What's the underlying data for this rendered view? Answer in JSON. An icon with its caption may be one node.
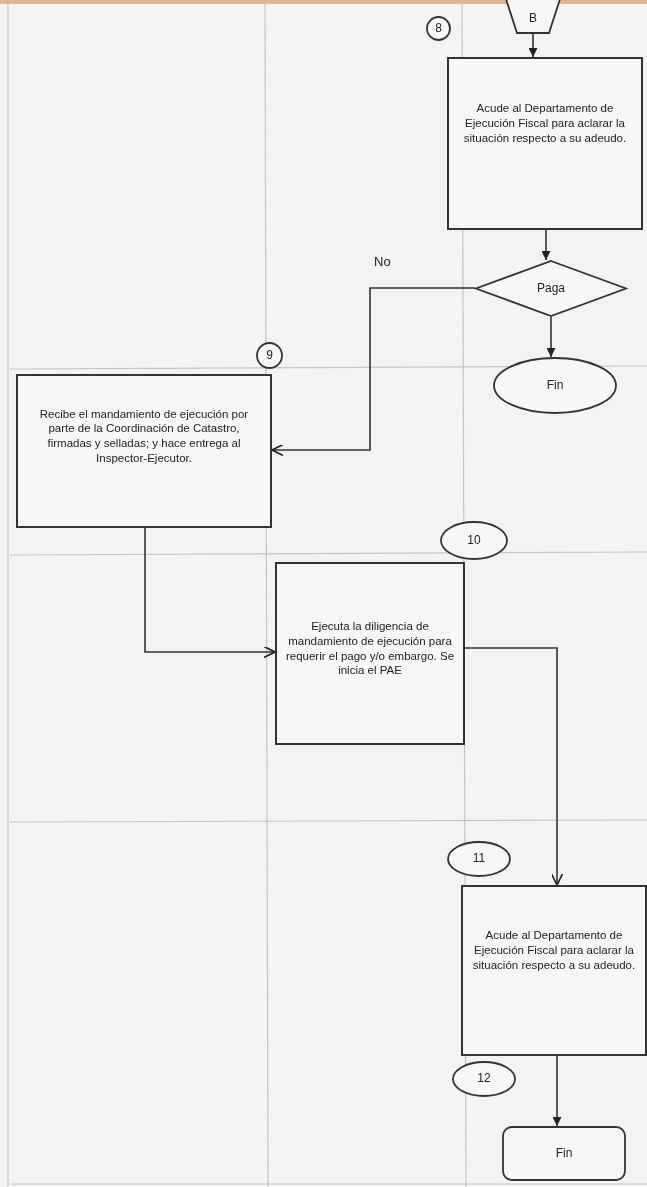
{
  "diagram": {
    "nodes": [
      {
        "text": [
          "B"
        ]
      },
      {
        "text": [
          "8"
        ]
      },
      {
        "text": [
          "Acude al Departamento de Ejecución Fiscal para aclarar la situación respecto a su adeudo."
        ]
      },
      {
        "text": [
          "Paga"
        ]
      },
      {
        "text": [
          "9"
        ]
      },
      {
        "text": [
          "Fin"
        ]
      },
      {
        "text": [
          "Recibe el mandamiento de ejecución por parte de la Coordinación de Catastro, firmadas y selladas; y hace entrega al Inspector-Ejecutor."
        ]
      },
      {
        "text": [
          "10"
        ]
      },
      {
        "text": [
          "Ejecuta la diligencia de mandamiento de ejecución para requerir el pago y/o embargo. Se inicia el PAE"
        ]
      },
      {
        "text": [
          "11"
        ]
      },
      {
        "text": [
          "Acude al Departamento de Ejecución Fiscal para aclarar la situación respecto a su adeudo."
        ]
      },
      {
        "text": [
          "12"
        ]
      },
      {
        "text": [
          "Fin"
        ]
      }
    ],
    "edges": [
      {
        "from": 0,
        "to": 2,
        "arrow": "to"
      },
      {
        "from": 2,
        "to": 3,
        "arrow": "to"
      },
      {
        "from": 3,
        "to": 5,
        "arrow": "to"
      },
      {
        "from": 3,
        "to": 6,
        "arrow": "to",
        "label": "No"
      },
      {
        "from": 6,
        "to": 8,
        "arrow": "to"
      },
      {
        "from": 8,
        "to": 10,
        "arrow": "to"
      },
      {
        "from": 10,
        "to": 12,
        "arrow": "to"
      }
    ]
  }
}
